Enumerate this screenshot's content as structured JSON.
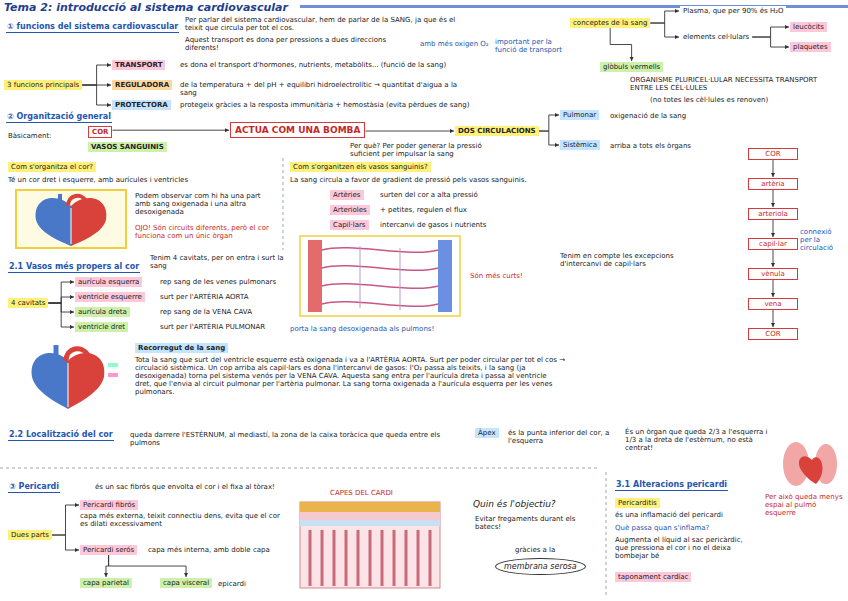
{
  "diagram": {
    "title": "Tema 2: introducció al sistema cardiovascular",
    "nodes": [
      {
        "text": [
          "① funcions del sistema cardiovascular"
        ]
      },
      {
        "text": [
          "3 funcions principals"
        ]
      },
      {
        "text": [
          "TRANSPORT"
        ]
      },
      {
        "text": [
          "REGULADORA"
        ]
      },
      {
        "text": [
          "PROTECTORA"
        ]
      },
      {
        "text": [
          "conceptes de la sang"
        ]
      },
      {
        "text": [
          "Plasma, que per 90% és H₂O"
        ]
      },
      {
        "text": [
          "elements cel·lulars"
        ]
      },
      {
        "text": [
          "leucòcits"
        ]
      },
      {
        "text": [
          "plaquetes"
        ]
      },
      {
        "text": [
          "glòbuls vermells"
        ]
      },
      {
        "text": [
          "② Organització general"
        ]
      },
      {
        "text": [
          "COR"
        ]
      },
      {
        "text": [
          "VASOS SANGUINIS"
        ]
      },
      {
        "text": [
          "ACTUA COM UNA BOMBA"
        ]
      },
      {
        "text": [
          "DOS CIRCULACIONS"
        ]
      },
      {
        "text": [
          "Pulmonar"
        ]
      },
      {
        "text": [
          "Sistèmica"
        ]
      },
      {
        "text": [
          "Com s'organitza el cor?"
        ]
      },
      {
        "text": [
          "Com s'organitzen els vasos sanguinis?"
        ]
      },
      {
        "text": [
          "Artèries"
        ]
      },
      {
        "text": [
          "Arterioles"
        ]
      },
      {
        "text": [
          "Capil·lars"
        ]
      },
      {
        "text": [
          "COR"
        ]
      },
      {
        "text": [
          "artèria"
        ]
      },
      {
        "text": [
          "arteriola"
        ]
      },
      {
        "text": [
          "capil·lar"
        ]
      },
      {
        "text": [
          "vènula"
        ]
      },
      {
        "text": [
          "vena"
        ]
      },
      {
        "text": [
          "COR"
        ]
      },
      {
        "text": [
          "2.1 Vasos més propers al cor"
        ]
      },
      {
        "text": [
          "4 cavitats"
        ]
      },
      {
        "text": [
          "aurícula esquerra"
        ]
      },
      {
        "text": [
          "ventricle esquerre"
        ]
      },
      {
        "text": [
          "aurícula dreta"
        ]
      },
      {
        "text": [
          "ventricle dret"
        ]
      },
      {
        "text": [
          "Recorregut de la sang"
        ]
      },
      {
        "text": [
          "2.2 Localització del cor"
        ]
      },
      {
        "text": [
          "Àpex"
        ]
      },
      {
        "text": [
          "③ Pericardi"
        ]
      },
      {
        "text": [
          "Dues parts"
        ]
      },
      {
        "text": [
          "Pericardi fibrós"
        ]
      },
      {
        "text": [
          "Pericardi serós"
        ]
      },
      {
        "text": [
          "capa parietal"
        ]
      },
      {
        "text": [
          "capa visceral"
        ]
      },
      {
        "text": [
          "Quin és l'objectiu?"
        ]
      },
      {
        "text": [
          "membrana serosa"
        ]
      },
      {
        "text": [
          "3.1 Alteracions pericardi"
        ]
      },
      {
        "text": [
          "Pericarditis"
        ]
      },
      {
        "text": [
          "taponament cardíac"
        ]
      }
    ],
    "edges": [
      {
        "from": 1,
        "to": 2,
        "arrow": "to"
      },
      {
        "from": 1,
        "to": 3,
        "arrow": "to"
      },
      {
        "from": 1,
        "to": 4,
        "arrow": "to"
      },
      {
        "from": 5,
        "to": 6,
        "arrow": "to"
      },
      {
        "from": 5,
        "to": 7,
        "arrow": "to"
      },
      {
        "from": 7,
        "to": 8,
        "arrow": "to"
      },
      {
        "from": 7,
        "to": 9,
        "arrow": "to"
      },
      {
        "from": 5,
        "to": 10,
        "arrow": "to"
      },
      {
        "from": 12,
        "to": 14,
        "arrow": "to"
      },
      {
        "from": 14,
        "to": 15,
        "arrow": "to"
      },
      {
        "from": 15,
        "to": 16,
        "arrow": "to"
      },
      {
        "from": 15,
        "to": 17,
        "arrow": "to"
      },
      {
        "from": 23,
        "to": 24,
        "arrow": "to"
      },
      {
        "from": 24,
        "to": 25,
        "arrow": "to"
      },
      {
        "from": 25,
        "to": 26,
        "arrow": "to"
      },
      {
        "from": 26,
        "to": 27,
        "arrow": "to"
      },
      {
        "from": 27,
        "to": 28,
        "arrow": "to"
      },
      {
        "from": 28,
        "to": 29,
        "arrow": "to"
      },
      {
        "from": 31,
        "to": 32,
        "arrow": "to"
      },
      {
        "from": 31,
        "to": 33,
        "arrow": "to"
      },
      {
        "from": 31,
        "to": 34,
        "arrow": "to"
      },
      {
        "from": 31,
        "to": 35,
        "arrow": "to"
      },
      {
        "from": 40,
        "to": 41,
        "arrow": "to"
      },
      {
        "from": 40,
        "to": 42,
        "arrow": "to"
      },
      {
        "from": 42,
        "to": 43,
        "arrow": "to"
      },
      {
        "from": 42,
        "to": 44,
        "arrow": "to"
      }
    ],
    "labels": [
      "Per parlar del sistema cardiovascular, hem de parlar de la SANG, ja que és el teixit que circula per tot el cos.",
      "Aquest transport es dona per pressions a dues direccions diferents!",
      "amb més oxigen O₂",
      "es dona el transport d'hormones, nutrients, metabòlits... (funció de la sang)",
      "de la temperatura + del pH + equilibri hidroelectrolític → quantitat d'aigua a la sang",
      "protegeix gràcies a la resposta immunitària + hemostàsia (evita pèrdues de sang)",
      "important per la funció de transport",
      "ORGANISME PLURICEL·LULAR NECESSITA TRANSPORT ENTRE LES CÈL·LULES",
      "(no totes les cèl·lules es renoven)",
      "Bàsicament:",
      "Per què? Per poder generar la pressió suficient per impulsar la sang",
      "oxigenació de la sang",
      "arriba a tots els òrgans",
      "Té un cor dret i esquerre, amb aurícules i ventricles",
      "Podem observar com hi ha una part amb sang oxigenada i una altra desoxigenada",
      "OJO! Són circuits diferents, però el cor funciona com un únic òrgan",
      "La sang circula a favor de gradient de pressió pels vasos sanguinis.",
      "surten del cor a alta pressió",
      "+ petites, regulen el flux",
      "intercanvi de gasos i nutrients",
      "Són més curts!",
      "Tenim en compte les excepcions d'intercanvi de capil·lars",
      "connexió per la circulació",
      "Tenim 4 cavitats, per on entra i surt la sang",
      "rep sang de les venes pulmonars",
      "surt per l'ARTÈRIA AORTA",
      "rep sang de la VENA CAVA",
      "surt per l'ARTÈRIA PULMONAR",
      "porta la sang desoxigenada als pulmons!",
      "Tota la sang que surt del ventricle esquerre està oxigenada i va a l'ARTÈRIA AORTA. Surt per poder circular per tot el cos → circulació sistèmica. Un cop arriba als capil·lars es dona l'intercanvi de gasos: l'O₂ passa als teixits, i la sang (ja desoxigenada) torna pel sistema venós per la VENA CAVA. Aquesta sang entra per l'aurícula dreta i passa al ventricle dret, que l'envia al circuit pulmonar per l'artèria pulmonar. La sang torna oxigenada a l'aurícula esquerra per les venes pulmonars.",
      "queda darrere l'ESTÈRNUM, al mediastí, la zona de la caixa toràcica que queda entre els pulmons",
      "és la punta inferior del cor, a l'esquerra",
      "És un òrgan que queda 2/3 a l'esquerra i 1/3 a la dreta de l'estèrnum, no està centrat!",
      "Per això queda menys espai al pulmó esquerre",
      "és un sac fibrós que envolta el cor i el fixa al tòrax!",
      "capa més externa, teixit connectiu dens, evita que el cor es dilati excessivament",
      "capa més interna, amb doble capa",
      "epicardi",
      "CAPES DEL CARDI",
      "Evitar fregaments durant els batecs!",
      "gràcies a la",
      "és una inflamació del pericardi",
      "Què passa quan s'inflama?",
      "Augmenta el líquid al sac pericàrdic, que pressiona el cor i no el deixa bombejar bé"
    ]
  }
}
